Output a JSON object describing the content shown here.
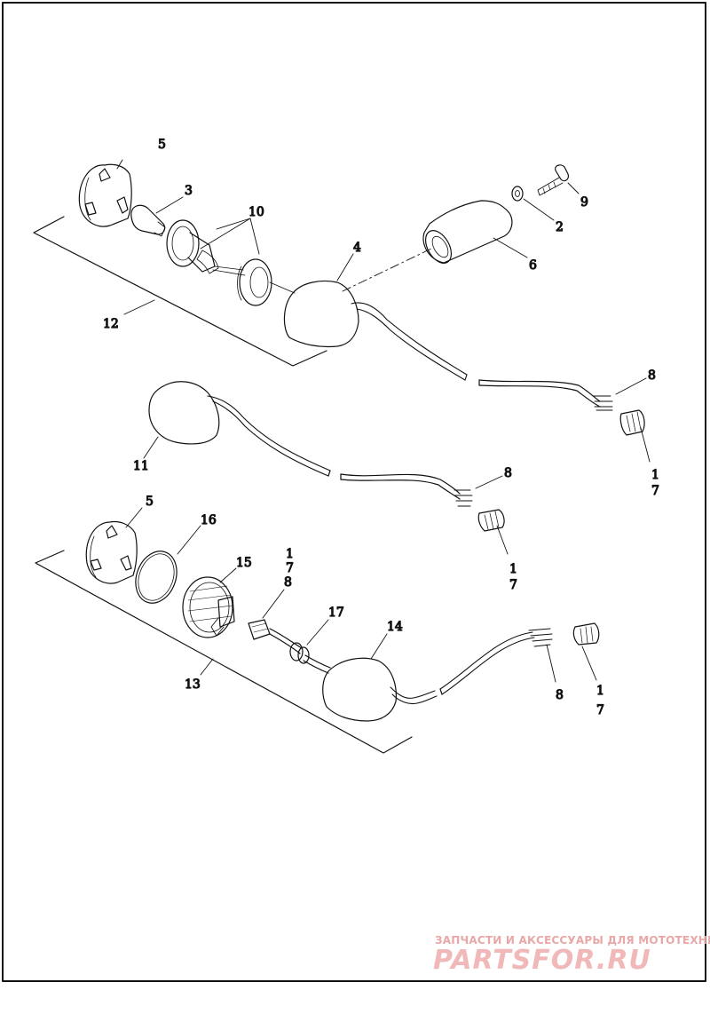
{
  "callouts": {
    "c5a": "5",
    "c3": "3",
    "c10": "10",
    "c4": "4",
    "c9": "9",
    "c2": "2",
    "c6": "6",
    "c12": "12",
    "c8a": "8",
    "c1a": "1",
    "c7a": "7",
    "c11": "11",
    "c8b": "8",
    "c1b": "1",
    "c7b": "7",
    "c5b": "5",
    "c16": "16",
    "c15": "15",
    "c1c": "1",
    "c7c": "7",
    "c8c": "8",
    "c17": "17",
    "c14": "14",
    "c13": "13",
    "c8d": "8",
    "c1d": "1",
    "c7d": "7"
  },
  "watermark": {
    "caption": "ЗАПЧАСТИ И АКСЕССУАРЫ ДЛЯ МОТОТЕХНИКИ",
    "brand": "PARTSFOR.RU"
  }
}
